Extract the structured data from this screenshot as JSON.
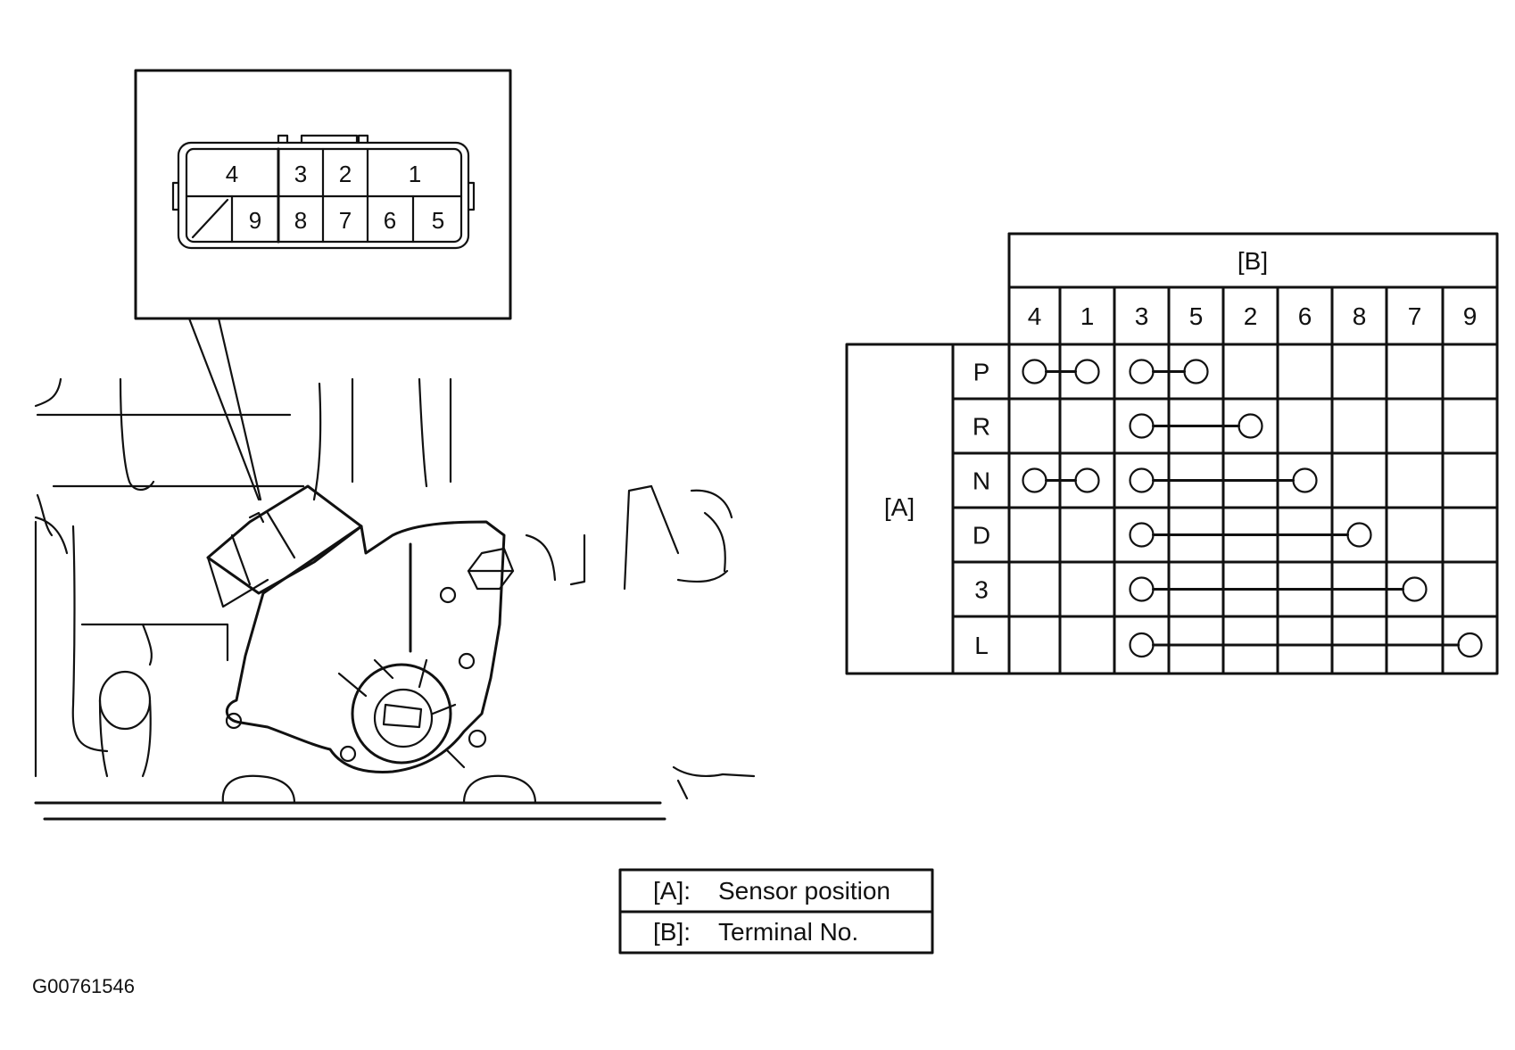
{
  "figure_id": "G00761546",
  "connector": {
    "top_row": [
      "4",
      "3",
      "2",
      "1"
    ],
    "bottom_row": [
      "9",
      "8",
      "7",
      "6",
      "5"
    ]
  },
  "table": {
    "column_group_label": "[B]",
    "row_group_label": "[A]",
    "terminals": [
      "4",
      "1",
      "3",
      "5",
      "2",
      "6",
      "8",
      "7",
      "9"
    ],
    "positions": [
      {
        "label": "P",
        "links": [
          [
            "4",
            "1"
          ],
          [
            "3",
            "5"
          ]
        ]
      },
      {
        "label": "R",
        "links": [
          [
            "3",
            "2"
          ]
        ]
      },
      {
        "label": "N",
        "links": [
          [
            "4",
            "1"
          ],
          [
            "3",
            "6"
          ]
        ]
      },
      {
        "label": "D",
        "links": [
          [
            "3",
            "8"
          ]
        ]
      },
      {
        "label": "3",
        "links": [
          [
            "3",
            "7"
          ]
        ]
      },
      {
        "label": "L",
        "links": [
          [
            "3",
            "9"
          ]
        ]
      }
    ]
  },
  "legend": [
    {
      "key": "[A]:",
      "text": "Sensor position"
    },
    {
      "key": "[B]:",
      "text": "Terminal No."
    }
  ]
}
